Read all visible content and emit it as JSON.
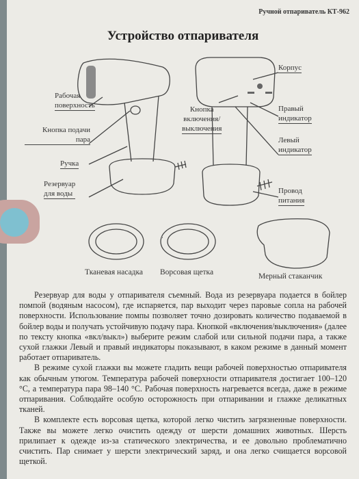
{
  "header": {
    "running_title": "Ручной отпариватель КТ-962"
  },
  "title": "Устройство отпаривателя",
  "labels": {
    "work_surface": [
      "Рабочая",
      "поверхность"
    ],
    "steam_button": [
      "Кнопка подачи",
      "пара"
    ],
    "handle": "Ручка",
    "reservoir": [
      "Резервуар",
      "для воды"
    ],
    "body": "Корпус",
    "power_button": [
      "Кнопка",
      "включения/",
      "выключения"
    ],
    "right_indicator": [
      "Правый",
      "индикатор"
    ],
    "left_indicator": [
      "Левый",
      "индикатор"
    ],
    "power_cord": [
      "Провод",
      "питания"
    ]
  },
  "captions": {
    "fabric_nozzle": "Тканевая насадка",
    "brush": "Ворсовая щетка",
    "cup": "Мерный стаканчик"
  },
  "paragraphs": [
    "Резервуар для воды у отпаривателя съемный. Вода из резервуара подается в бойлер помпой (водяным насосом), где испаряется, пар выходит через паровые сопла на рабочей поверхности. Использование помпы позволяет точно дозировать количество подаваемой в бойлер воды и получать устойчивую подачу пара. Кнопкой «включения/выключения» (далее по тексту кнопка «вкл/выкл») выберите режим слабой или сильной подачи пара, а также сухой глажки Левый и правый индикаторы показывают, в каком режиме в данный момент работает отпариватель.",
    "В режиме сухой глажки вы можете гладить вещи рабочей поверхностью отпаривателя как обычным утюгом. Температура рабочей поверхности отпаривателя достигает 100–120 °С, а температура пара 98–140 °С. Рабочая поверхность нагревается всегда, даже в режиме отпаривания. Соблюдайте особую осторожность при отпаривании и глажке деликатных тканей.",
    "В комплекте есть ворсовая щетка, которой легко чистить загрязненные поверхности. Также вы можете легко очистить одежду от шерсти домашних животных. Шерсть прилипает к одежде из-за статического электричества, и ее довольно проблематично счистить. Пар снимает у шерсти электрический заряд, и она легко счищается ворсовой щеткой."
  ]
}
